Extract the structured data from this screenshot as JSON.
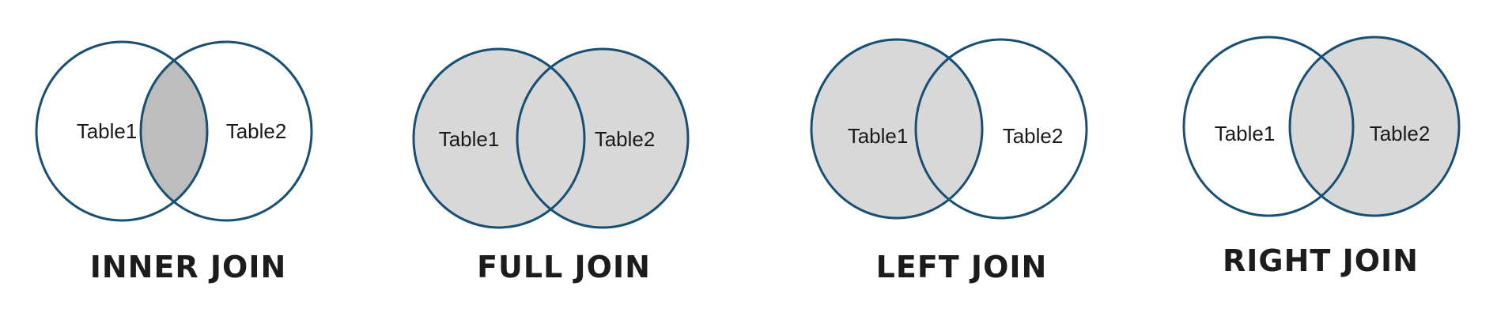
{
  "colors": {
    "outline": "#174f75",
    "fill_light": "#d8d8d8",
    "fill_dark": "#bdbdbd",
    "background": "#ffffff",
    "text": "#1a1a1a"
  },
  "joins": [
    {
      "title": "INNER JOIN",
      "left_label": "Table1",
      "right_label": "Table2",
      "highlight": "intersection"
    },
    {
      "title": "FULL JOIN",
      "left_label": "Table1",
      "right_label": "Table2",
      "highlight": "union"
    },
    {
      "title": "LEFT JOIN",
      "left_label": "Table1",
      "right_label": "Table2",
      "highlight": "left"
    },
    {
      "title": "RIGHT JOIN",
      "left_label": "Table1",
      "right_label": "Table2",
      "highlight": "right"
    }
  ]
}
